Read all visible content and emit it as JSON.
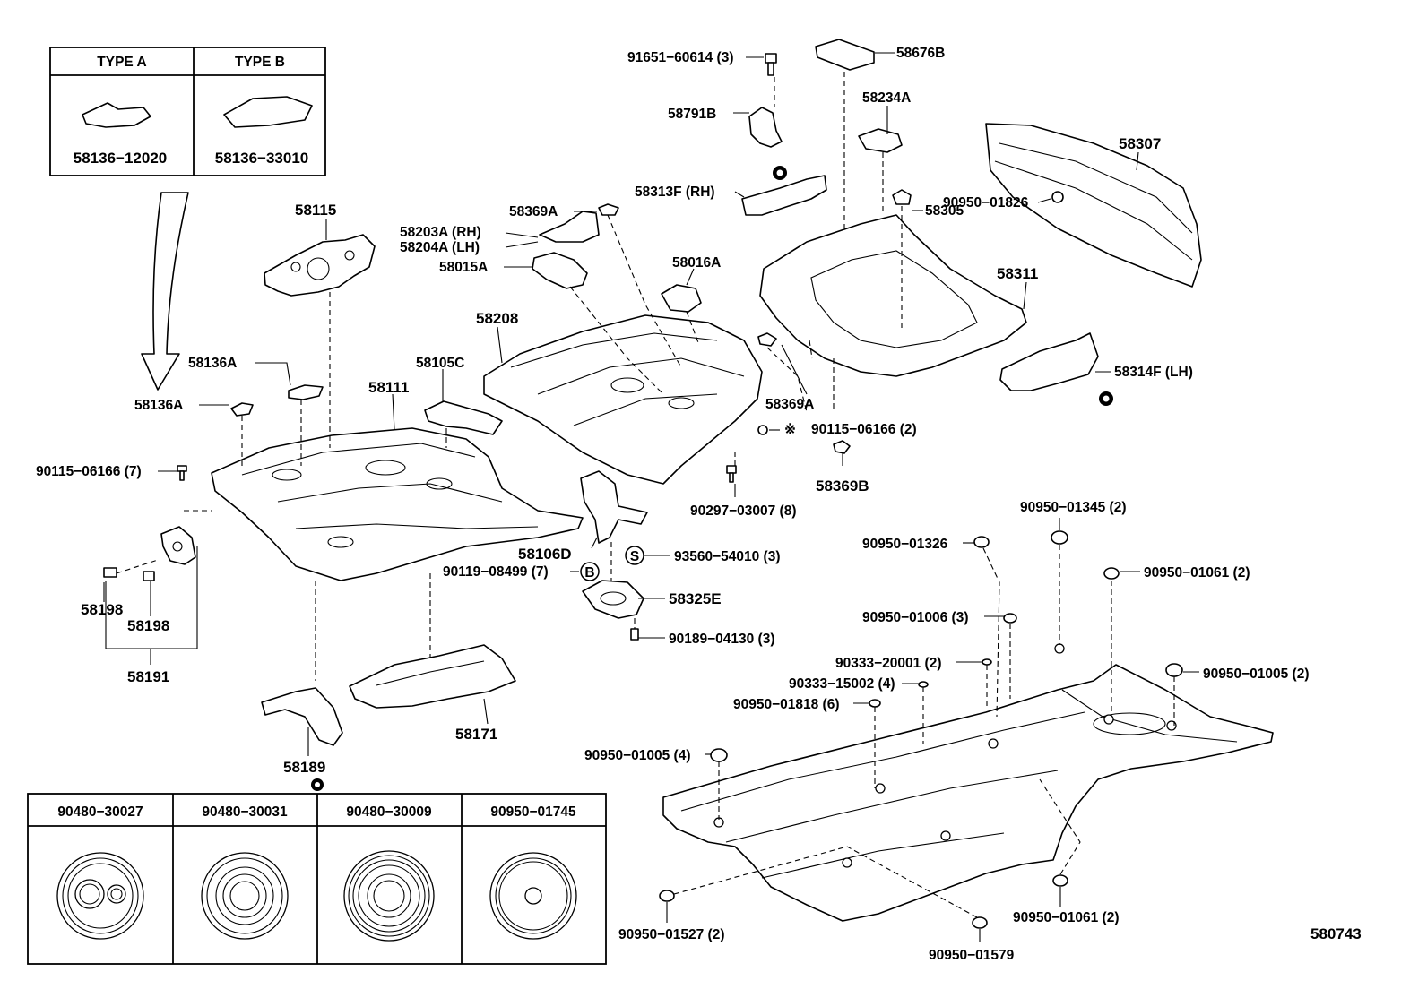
{
  "type_table": {
    "headers": [
      "TYPE A",
      "TYPE B"
    ],
    "part_numbers": [
      "58136−12020",
      "58136−33010"
    ]
  },
  "grommet_table": {
    "headers": [
      "90480−30027",
      "90480−30031",
      "90480−30009",
      "90950−01745"
    ]
  },
  "labels": {
    "p91651": "91651−60614 (3)",
    "p58676B": "58676B",
    "p58791B": "58791B",
    "p58234A": "58234A",
    "p58307": "58307",
    "p58313F": "58313F (RH)",
    "p58305": "58305",
    "p90950_01826": "90950−01826",
    "p58311": "58311",
    "p58314F": "58314F (LH)",
    "p58369A_top": "58369A",
    "p58203A": "58203A (RH)",
    "p58204A": "58204A (LH)",
    "p58015A": "58015A",
    "p58016A": "58016A",
    "p58115": "58115",
    "p58208": "58208",
    "p58105C": "58105C",
    "p58136A_1": "58136A",
    "p58136A_2": "58136A",
    "p58111": "58111",
    "p58369A_mid": "58369A",
    "p90115_06166_2": "90115−06166 (2)",
    "p58369B": "58369B",
    "p90115_06166_7": "90115−06166 (7)",
    "p90297": "90297−03007 (8)",
    "p58106D": "58106D",
    "p90119": "90119−08499 (7)",
    "p93560": "93560−54010 (3)",
    "p58325E": "58325E",
    "p90189": "90189−04130 (3)",
    "p58198_a": "58198",
    "p58198_b": "58198",
    "p58191": "58191",
    "p58171": "58171",
    "p58189": "58189",
    "p90950_01345": "90950−01345 (2)",
    "p90950_01326": "90950−01326",
    "p90950_01061_a": "90950−01061 (2)",
    "p90950_01006": "90950−01006 (3)",
    "p90333_20001": "90333−20001 (2)",
    "p90333_15002": "90333−15002 (4)",
    "p90950_01005_a": "90950−01005 (2)",
    "p90950_01818": "90950−01818 (6)",
    "p90950_01005_b": "90950−01005 (4)",
    "p90950_01527": "90950−01527 (2)",
    "p90950_01579": "90950−01579",
    "p90950_01061_b": "90950−01061 (2)",
    "diagram_id": "580743"
  },
  "symbols": {
    "circle_b": "B",
    "circle_s": "S",
    "ref_mark": "※"
  }
}
